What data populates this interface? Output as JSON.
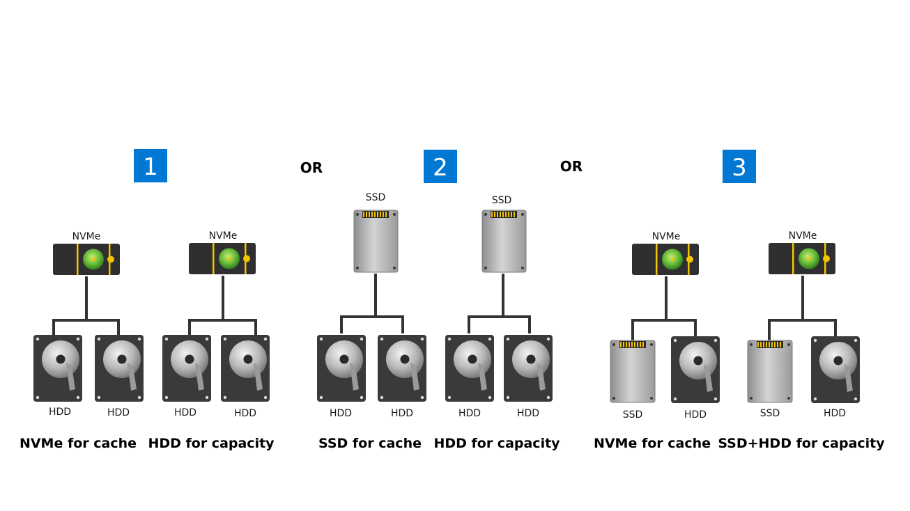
{
  "colors": {
    "badge": "#0078d4",
    "hdd_body": "#3a3a3c",
    "ssd_body": "#a8a8a8",
    "nvme_disc": "#6cbf3a",
    "accent_yellow": "#f5c400"
  },
  "separators": [
    "OR",
    "OR"
  ],
  "options": [
    {
      "number": "1",
      "caption_left": "NVMe for cache",
      "caption_right": "HDD for capacity",
      "groups": [
        {
          "cache": "NVMe",
          "cache_type": "nvme",
          "children": [
            {
              "label": "HDD",
              "type": "hdd"
            },
            {
              "label": "HDD",
              "type": "hdd"
            }
          ]
        },
        {
          "cache": "NVMe",
          "cache_type": "nvme",
          "children": [
            {
              "label": "HDD",
              "type": "hdd"
            },
            {
              "label": "HDD",
              "type": "hdd"
            }
          ]
        }
      ]
    },
    {
      "number": "2",
      "caption_left": "SSD for cache",
      "caption_right": "HDD for capacity",
      "groups": [
        {
          "cache": "SSD",
          "cache_type": "ssd",
          "children": [
            {
              "label": "HDD",
              "type": "hdd"
            },
            {
              "label": "HDD",
              "type": "hdd"
            }
          ]
        },
        {
          "cache": "SSD",
          "cache_type": "ssd",
          "children": [
            {
              "label": "HDD",
              "type": "hdd"
            },
            {
              "label": "HDD",
              "type": "hdd"
            }
          ]
        }
      ]
    },
    {
      "number": "3",
      "caption_left": "NVMe for cache",
      "caption_right": "SSD+HDD for capacity",
      "groups": [
        {
          "cache": "NVMe",
          "cache_type": "nvme",
          "children": [
            {
              "label": "SSD",
              "type": "ssd"
            },
            {
              "label": "HDD",
              "type": "hdd"
            }
          ]
        },
        {
          "cache": "NVMe",
          "cache_type": "nvme",
          "children": [
            {
              "label": "SSD",
              "type": "ssd"
            },
            {
              "label": "HDD",
              "type": "hdd"
            }
          ]
        }
      ]
    }
  ]
}
